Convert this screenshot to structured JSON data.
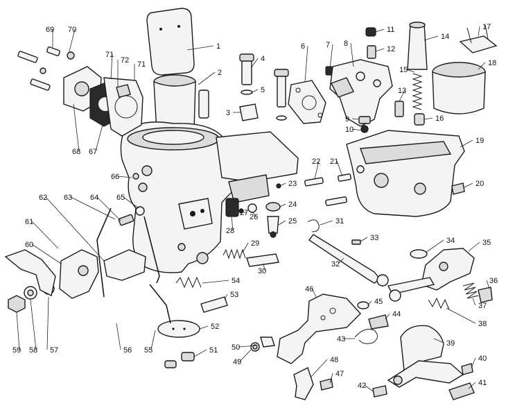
{
  "diagram": {
    "part_numbers": [
      "1",
      "2",
      "3",
      "4",
      "5",
      "6",
      "7",
      "8",
      "9",
      "10",
      "11",
      "12",
      "13",
      "14",
      "15",
      "16",
      "17",
      "18",
      "19",
      "20",
      "21",
      "22",
      "23",
      "24",
      "25",
      "26",
      "27",
      "28",
      "29",
      "30",
      "31",
      "32",
      "33",
      "34",
      "35",
      "36",
      "37",
      "38",
      "39",
      "40",
      "41",
      "42",
      "43",
      "44",
      "45",
      "46",
      "47",
      "48",
      "49",
      "50",
      "51",
      "52",
      "53",
      "54",
      "55",
      "56",
      "57",
      "58",
      "59",
      "60",
      "61",
      "62",
      "63",
      "64",
      "65",
      "66",
      "67",
      "68",
      "69",
      "70",
      "71",
      "72",
      "71"
    ]
  }
}
